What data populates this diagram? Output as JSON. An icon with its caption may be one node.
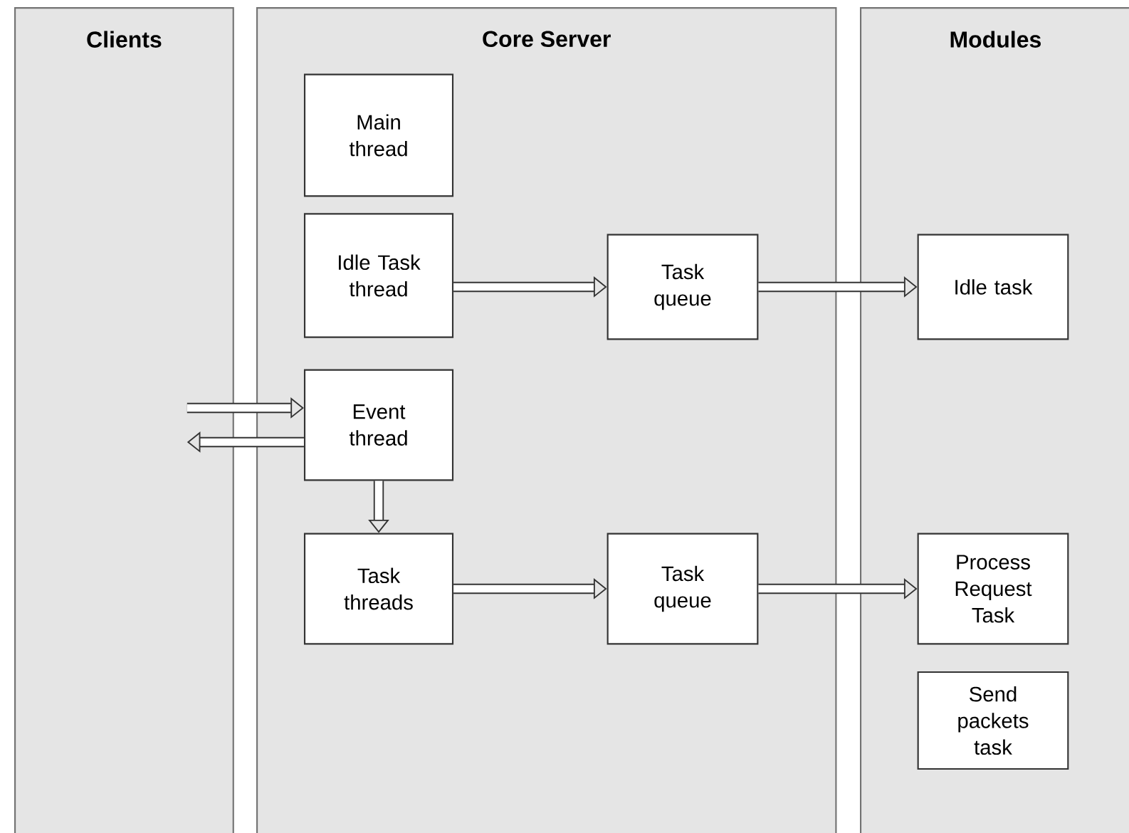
{
  "diagram": {
    "nodes": [
      {
        "text": [
          "Clients"
        ]
      },
      {
        "text": [
          "Core Server"
        ]
      },
      {
        "text": [
          "Modules"
        ]
      },
      {
        "text": [
          "Main thread"
        ],
        "in": 1
      },
      {
        "text": [
          "Idle Task thread"
        ],
        "in": 1
      },
      {
        "text": [
          "Task queue"
        ],
        "in": 1
      },
      {
        "text": [
          "Idle task"
        ],
        "in": 2
      },
      {
        "text": [
          "Event thread"
        ],
        "in": 1
      },
      {
        "text": [
          "Task threads"
        ],
        "in": 1
      },
      {
        "text": [
          "Task queue"
        ],
        "in": 1
      },
      {
        "text": [
          "Process Request Task"
        ],
        "in": 2
      },
      {
        "text": [
          "Send packets task"
        ],
        "in": 2
      }
    ],
    "edges": [
      {
        "from": 4,
        "to": 5,
        "arrow": "to"
      },
      {
        "from": 5,
        "to": 6,
        "arrow": "to"
      },
      {
        "from": 0,
        "to": 7,
        "arrow": "to"
      },
      {
        "from": 7,
        "to": 0,
        "arrow": "to"
      },
      {
        "from": 7,
        "to": 8,
        "arrow": "to"
      },
      {
        "from": 8,
        "to": 9,
        "arrow": "to"
      },
      {
        "from": 9,
        "to": 10,
        "arrow": "to"
      }
    ]
  }
}
